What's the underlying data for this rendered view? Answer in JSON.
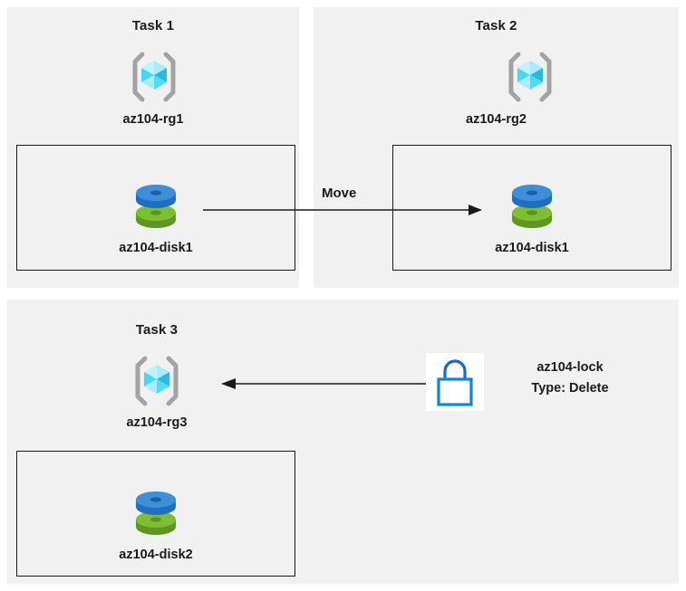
{
  "diagram": {
    "title_hidden": "Azure AZ-104 resource group tasks diagram",
    "background": "#ffffff",
    "panel_background": "#f1f1f1",
    "text_color": "#1b1b1b",
    "box_border_color": "#1a1a1a",
    "arrow_color": "#1a1a1a"
  },
  "panels": [
    {
      "id": "task1",
      "title": "Task 1",
      "resource_group": {
        "label": "az104-rg1",
        "icon": "resource-group-cube-icon"
      },
      "resource": {
        "label": "az104-disk1",
        "icon": "managed-disk-icon"
      }
    },
    {
      "id": "task2",
      "title": "Task 2",
      "resource_group": {
        "label": "az104-rg2",
        "icon": "resource-group-cube-icon"
      },
      "resource": {
        "label": "az104-disk1",
        "icon": "managed-disk-icon"
      }
    },
    {
      "id": "task3",
      "title": "Task 3",
      "resource_group": {
        "label": "az104-rg3",
        "icon": "resource-group-cube-icon"
      },
      "resource": {
        "label": "az104-disk2",
        "icon": "managed-disk-icon"
      }
    }
  ],
  "connectors": {
    "move_arrow": {
      "label": "Move",
      "direction": "right",
      "icon": "arrow-right-icon"
    },
    "lock_arrow": {
      "label": "",
      "direction": "left",
      "icon": "arrow-left-icon"
    }
  },
  "lock": {
    "icon": "lock-icon",
    "name": "az104-lock",
    "type": "Type: Delete",
    "outline_color": "#0a7ad6"
  },
  "icon_colors": {
    "cube_light": "#9de9fb",
    "cube_mid": "#46d9f7",
    "cube_dark": "#2bb8dd",
    "bracket": "#a3a3a3",
    "disk_blue_top": "#3f8fd8",
    "disk_blue_side": "#1f6fc4",
    "disk_green_top": "#7ebe31",
    "disk_green_side": "#5e9620"
  }
}
